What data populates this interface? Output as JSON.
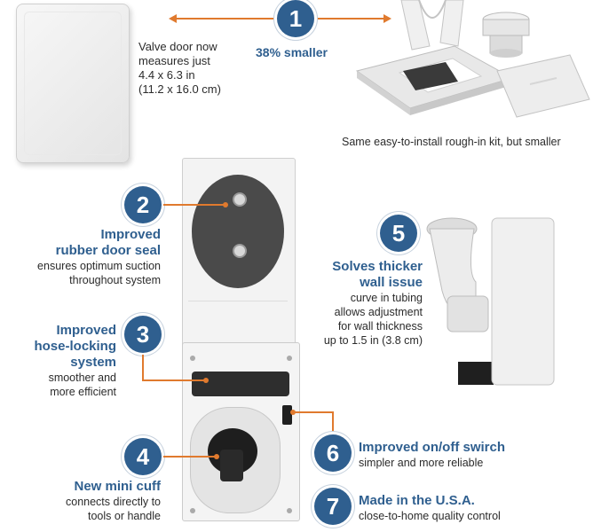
{
  "feature1": {
    "number": "1",
    "size_note_lines": [
      "Valve door now",
      "measures just",
      "4.4 x 6.3 in",
      "(11.2 x 16.0 cm)"
    ],
    "smaller_label": "38% smaller",
    "kit_caption": "Same easy-to-install rough-in kit, but smaller"
  },
  "feature2": {
    "number": "2",
    "heading_lines": [
      "Improved",
      "rubber door seal"
    ],
    "body_lines": [
      "ensures optimum suction",
      "throughout system"
    ]
  },
  "feature3": {
    "number": "3",
    "heading_lines": [
      "Improved",
      "hose-locking",
      "system"
    ],
    "body_lines": [
      "smoother and",
      "more efficient"
    ]
  },
  "feature4": {
    "number": "4",
    "heading_lines": [
      "New mini cuff"
    ],
    "body_lines": [
      "connects directly to",
      "tools or handle"
    ]
  },
  "feature5": {
    "number": "5",
    "heading_lines": [
      "Solves thicker",
      "wall issue"
    ],
    "body_lines": [
      "curve in tubing",
      "allows adjustment",
      "for wall thickness",
      "up to 1.5 in (3.8 cm)"
    ]
  },
  "feature6": {
    "number": "6",
    "heading": "Improved on/off swirch",
    "body": "simpler and more reliable"
  },
  "feature7": {
    "number": "7",
    "heading": "Made in the U.S.A.",
    "body": "close-to-home quality control"
  },
  "colors": {
    "accent_blue": "#2f5f8f",
    "arrow_orange": "#e07a2e"
  }
}
